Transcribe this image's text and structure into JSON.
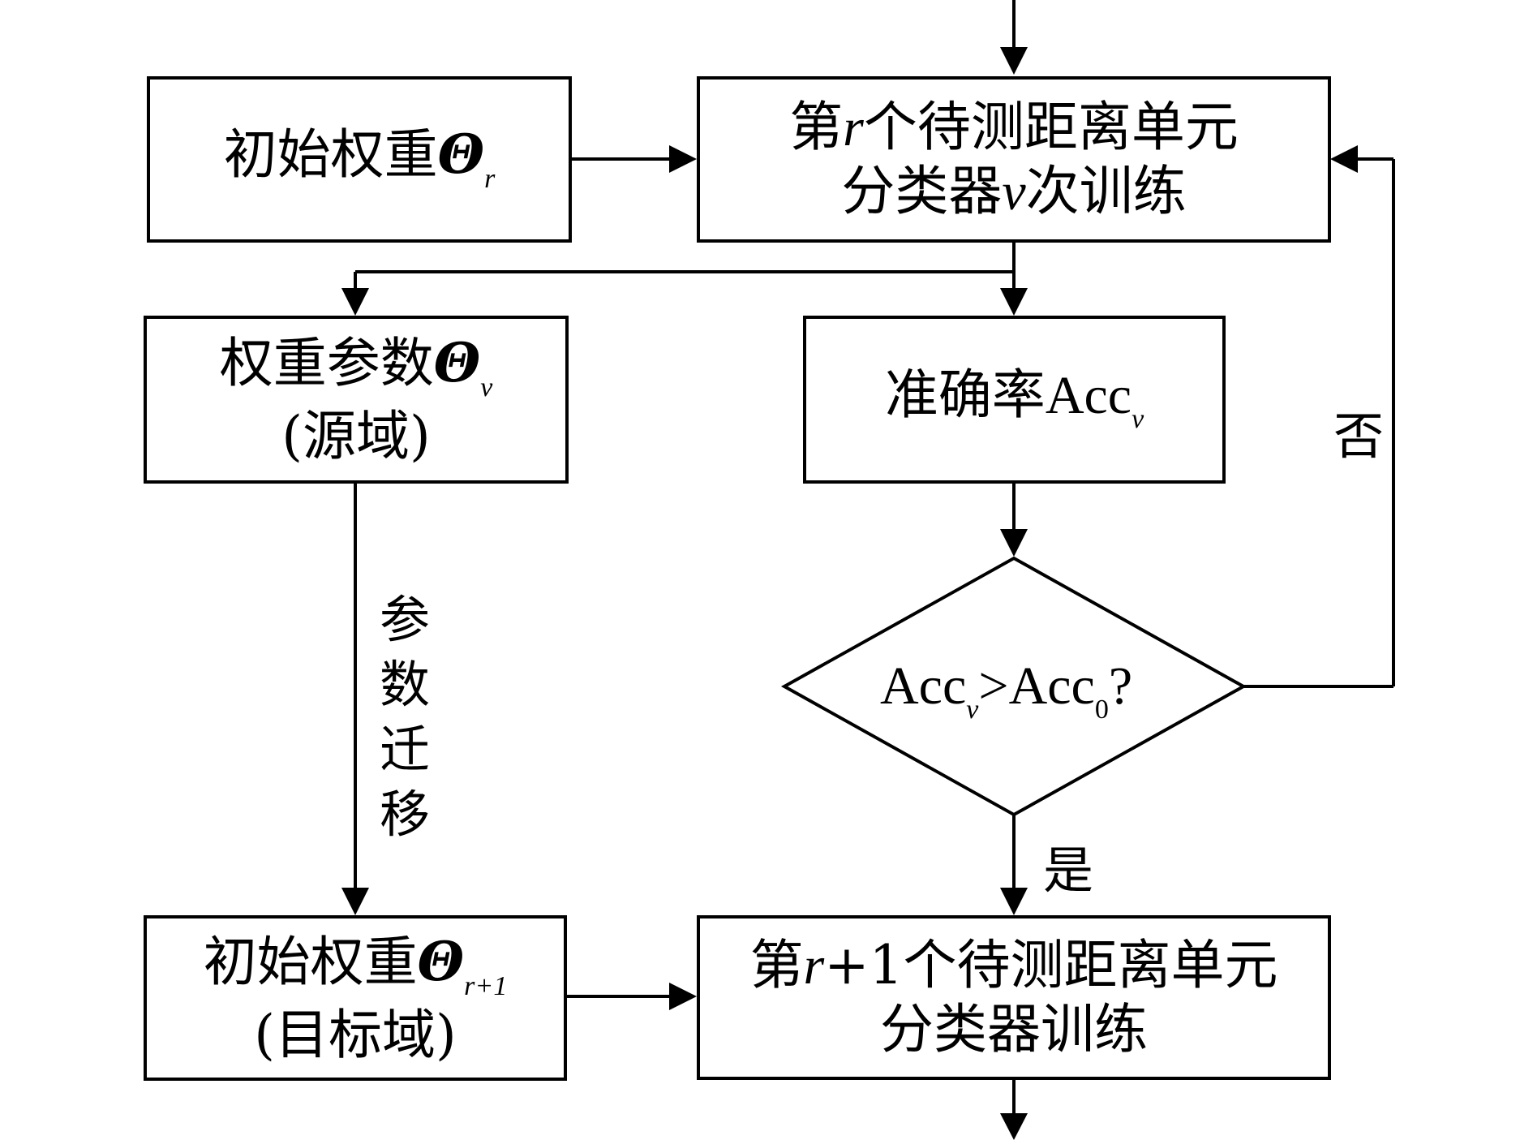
{
  "boxes": {
    "init_r": {
      "text1": "初始权重",
      "sym": "Θ",
      "sub": "r"
    },
    "train_r": {
      "line1_a": "第",
      "line1_var": "r",
      "line1_b": "个待测距离单元",
      "line2_a": "分类器",
      "line2_var": "v",
      "line2_b": "次训练"
    },
    "weights_v": {
      "text1": "权重参数",
      "sym": "Θ",
      "sub": "v",
      "line2": "(源域)"
    },
    "accuracy": {
      "text1": "准确率",
      "acc": "Acc",
      "sub": "v"
    },
    "init_r1": {
      "text1": "初始权重",
      "sym": "Θ",
      "sub": "r+1",
      "line2": "(目标域)"
    },
    "train_r1": {
      "line1_a": "第",
      "line1_var": "r",
      "line1_b": "+1个待测距离单元",
      "line2": "分类器训练"
    }
  },
  "decision": {
    "acc_left": "Acc",
    "sub_left": "v",
    "op": ">",
    "acc_right": "Acc",
    "sub_right": "0",
    "q": "?"
  },
  "labels": {
    "no": "否",
    "yes": "是",
    "transfer": [
      "参",
      "数",
      "迁",
      "移"
    ]
  }
}
